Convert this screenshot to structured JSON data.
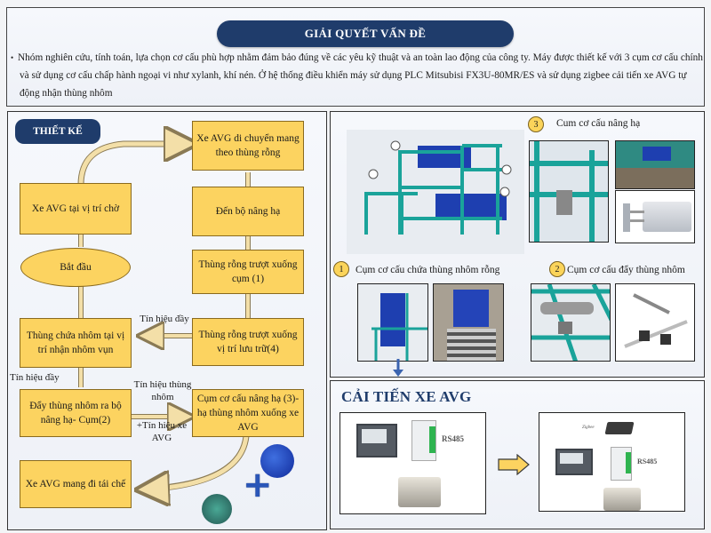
{
  "header": {
    "title": "GIẢI QUYẾT VẤN ĐỀ",
    "bullet": "•",
    "description": "Nhóm nghiên cứu, tính toán, lựa chọn cơ cấu phù hợp nhằm đảm bảo đúng về các yêu kỹ thuật và an toàn lao động của công ty. Máy được thiết kế với 3 cụm cơ cấu chính và sử dụng cơ cấu chấp hành ngoại vi như xylanh, khí nén. Ở hệ thống điều khiển máy sử dụng PLC Mitsubisi FX3U-80MR/ES và sử dụng zigbee cải tiến xe AVG tự động nhận thùng nhôm"
  },
  "design": {
    "title": "THIẾT KẾ",
    "nodes": {
      "avg_waiting": "Xe AVG tại vị trí chờ",
      "start": "Bắt đầu",
      "bin_receiving": "Thùng chứa nhôm tại vị trí nhận nhôm vụn",
      "push_bin": "Đẩy thùng nhôm ra bộ nâng hạ- Cụm(2)",
      "avg_recycle": "Xe AVG mang đi tái chế",
      "avg_moving": "Xe AVG di chuyển mang theo thùng rỗng",
      "to_lifter": "Đến bộ nâng hạ",
      "empty_slide_1": "Thùng rỗng trượt xuống cụm (1)",
      "empty_slide_4": "Thùng rỗng trượt xuống vị trí lưu trữ(4)",
      "lifter_lower": "Cụm cơ cấu nâng hạ (3)- hạ thùng nhôm xuống xe AVG"
    },
    "edge_labels": {
      "full_signal_top": "Tín hiệu đầy",
      "full_signal_left": "Tín hiệu đầy",
      "bin_signal": "Tín hiệu thùng nhôm",
      "avg_signal": "+Tín hiệu xe AVG"
    },
    "decor": {
      "plus": "+"
    }
  },
  "mechanisms": {
    "lifter": {
      "number": "3",
      "label": "Cum cơ cấu nâng hạ"
    },
    "empty_bin": {
      "number": "1",
      "label": "Cụm cơ cấu chứa thùng nhôm rỗng"
    },
    "pusher": {
      "number": "2",
      "label": "Cụm cơ cấu đẩy thùng nhôm"
    }
  },
  "avg_improvement": {
    "title": "CẢI TIẾN XE AVG",
    "before_protocol": "RS485",
    "after_protocol": "RS485",
    "after_module": "Zigbee"
  },
  "colors": {
    "navy": "#1f3c6b",
    "box_fill": "#fcd360",
    "box_border": "#8a6a1e",
    "machine_teal": "#1aa39a",
    "bin_blue": "#1e3fb0"
  }
}
